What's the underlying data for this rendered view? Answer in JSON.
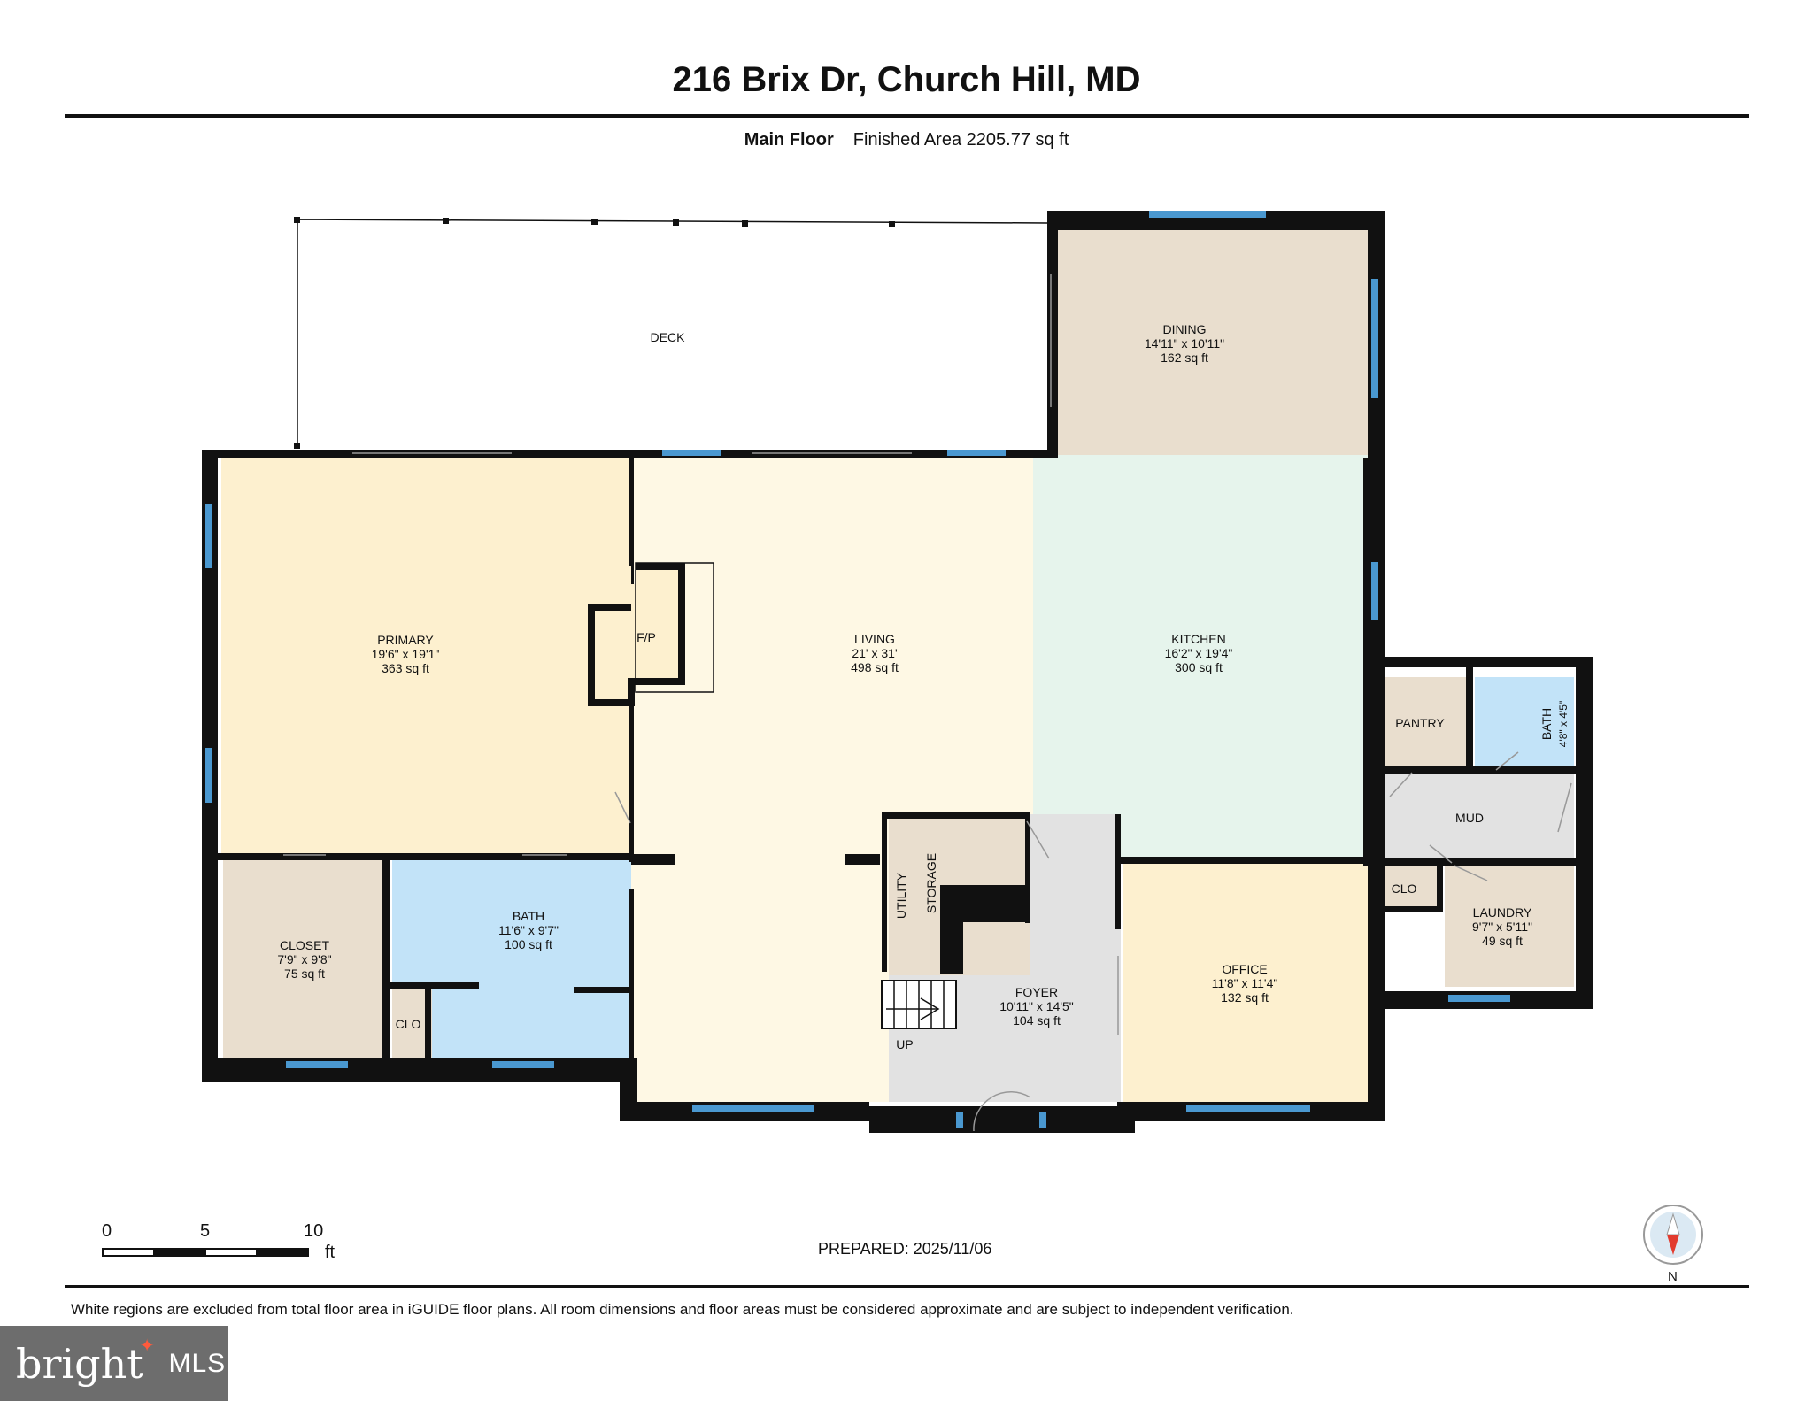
{
  "header": {
    "address": "216 Brix Dr, Church Hill, MD",
    "floor_name": "Main Floor",
    "finished_area": "Finished Area 2205.77 sq ft"
  },
  "rooms": {
    "deck": {
      "name": "DECK"
    },
    "dining": {
      "name": "DINING",
      "dims": "14'11\" x 10'11\"",
      "area": "162 sq ft",
      "color": "#e9dece"
    },
    "primary": {
      "name": "PRIMARY",
      "dims": "19'6\" x 19'1\"",
      "area": "363 sq ft",
      "color": "#fdf0cf"
    },
    "fireplace": {
      "name": "F/P"
    },
    "living": {
      "name": "LIVING",
      "dims": "21' x 31'",
      "area": "498 sq ft",
      "color": "#fef8e4"
    },
    "kitchen": {
      "name": "KITCHEN",
      "dims": "16'2\" x 19'4\"",
      "area": "300 sq ft",
      "color": "#e6f4ec"
    },
    "pantry": {
      "name": "PANTRY"
    },
    "bath_small": {
      "name": "BATH",
      "dims": "4'8\" x 4'5\""
    },
    "mud": {
      "name": "MUD",
      "color": "#e2e2e2"
    },
    "clo_mud": {
      "name": "CLO"
    },
    "laundry": {
      "name": "LAUNDRY",
      "dims": "9'7\" x 5'11\"",
      "area": "49 sq ft"
    },
    "closet": {
      "name": "CLOSET",
      "dims": "7'9\" x 9'8\"",
      "area": "75 sq ft"
    },
    "bath": {
      "name": "BATH",
      "dims": "11'6\" x 9'7\"",
      "area": "100 sq ft",
      "color": "#c2e3f8"
    },
    "clo_bath": {
      "name": "CLO"
    },
    "utility": {
      "name": "UTILITY"
    },
    "storage": {
      "name": "STORAGE"
    },
    "foyer": {
      "name": "FOYER",
      "dims": "10'11\" x 14'5\"",
      "area": "104 sq ft"
    },
    "stairs": {
      "name": "UP"
    },
    "office": {
      "name": "OFFICE",
      "dims": "11'8\" x 11'4\"",
      "area": "132 sq ft"
    }
  },
  "scale": {
    "ticks": [
      "0",
      "5",
      "10"
    ],
    "unit": "ft"
  },
  "prepared": "PREPARED: 2025/11/06",
  "compass": {
    "label": "N"
  },
  "disclaimer": "White regions are excluded from total floor area in iGUIDE floor plans. All room dimensions and floor areas must be considered approximate and are subject to independent verification.",
  "logo": {
    "word": "bright",
    "suffix": "MLS"
  },
  "colors": {
    "wall": "#111111",
    "window": "#4a98d0",
    "storage_fill": "#e9dece",
    "office_fill": "#fdf0cf",
    "mud_fill": "#e2e2e2"
  }
}
